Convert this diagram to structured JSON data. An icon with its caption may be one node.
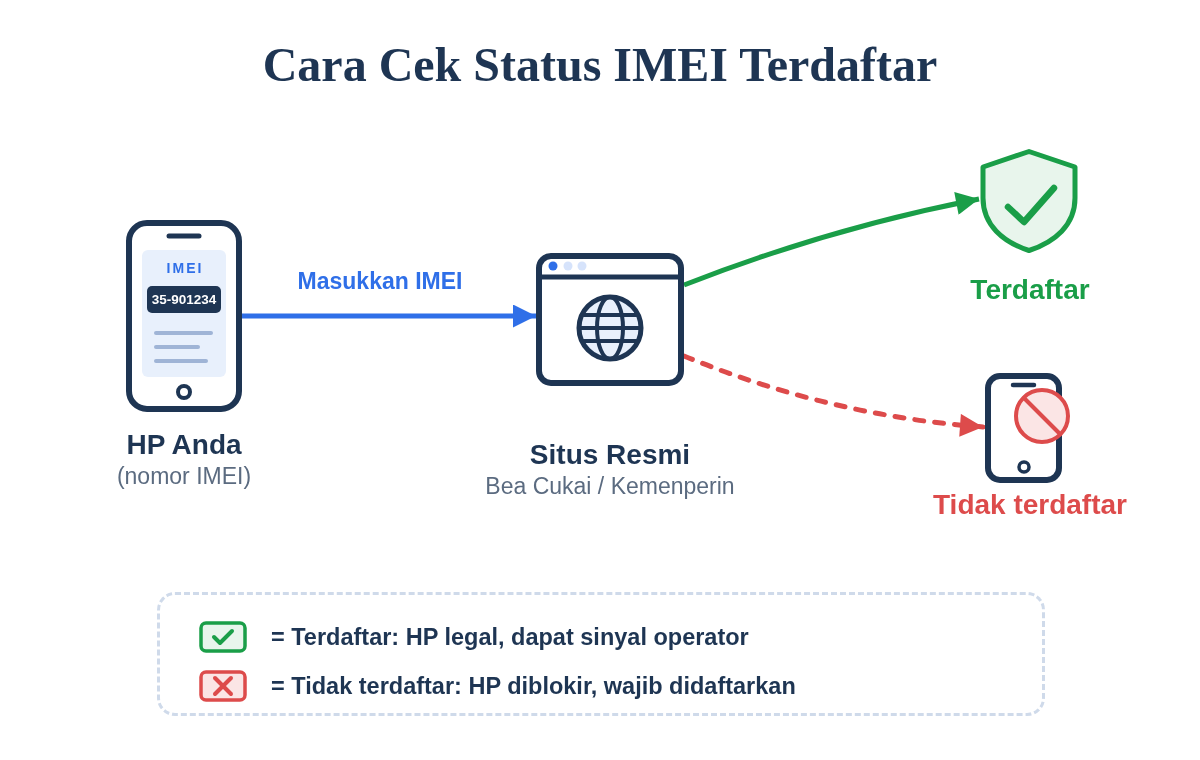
{
  "diagram": {
    "title": "Cara Cek Status IMEI Terdaftar",
    "nodes": [
      {
        "text": [
          "IMEI",
          "35-901234"
        ],
        "beside": [
          "HP Anda",
          "(nomor IMEI)"
        ]
      },
      {
        "text": [],
        "shape": "picture",
        "beside": [
          "Situs Resmi",
          "Bea Cukai / Kemenperin"
        ]
      },
      {
        "text": [],
        "shape": "picture",
        "beside": [
          "Terdaftar"
        ]
      },
      {
        "text": [],
        "shape": "picture",
        "beside": [
          "Tidak terdaftar"
        ]
      }
    ],
    "edges": [
      {
        "from": 0,
        "to": 1,
        "arrow": "to",
        "label": "Masukkan IMEI",
        "color": "#2f6fe8"
      },
      {
        "from": 1,
        "to": 2,
        "arrow": "to",
        "color": "#1a9e48"
      },
      {
        "from": 1,
        "to": 3,
        "arrow": "to",
        "style": "dashed",
        "color": "#dd4b4b"
      }
    ],
    "legend": [
      {
        "text": "= Terdaftar: HP legal, dapat sinyal operator"
      },
      {
        "text": "= Tidak terdaftar: HP diblokir, wajib didaftarkan"
      }
    ]
  }
}
